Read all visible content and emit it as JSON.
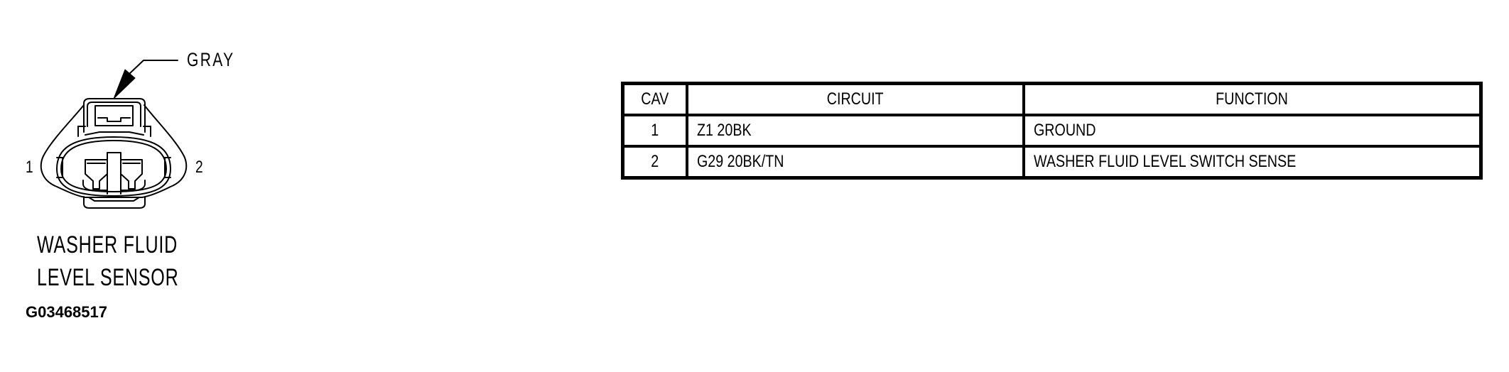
{
  "connector": {
    "color_callout": "GRAY",
    "pin_labels": [
      "1",
      "2"
    ],
    "caption_lines": [
      "WASHER FLUID",
      "LEVEL SENSOR"
    ],
    "figure_id": "G03468517"
  },
  "pinout_table": {
    "headers": {
      "cav": "CAV",
      "circuit": "CIRCUIT",
      "function": "FUNCTION"
    },
    "rows": [
      {
        "cav": "1",
        "circuit": "Z1 20BK",
        "function": "GROUND"
      },
      {
        "cav": "2",
        "circuit": "G29 20BK/TN",
        "function": "WASHER FLUID LEVEL SWITCH SENSE"
      }
    ]
  },
  "colors": {
    "line": "#000000",
    "background": "#ffffff"
  }
}
